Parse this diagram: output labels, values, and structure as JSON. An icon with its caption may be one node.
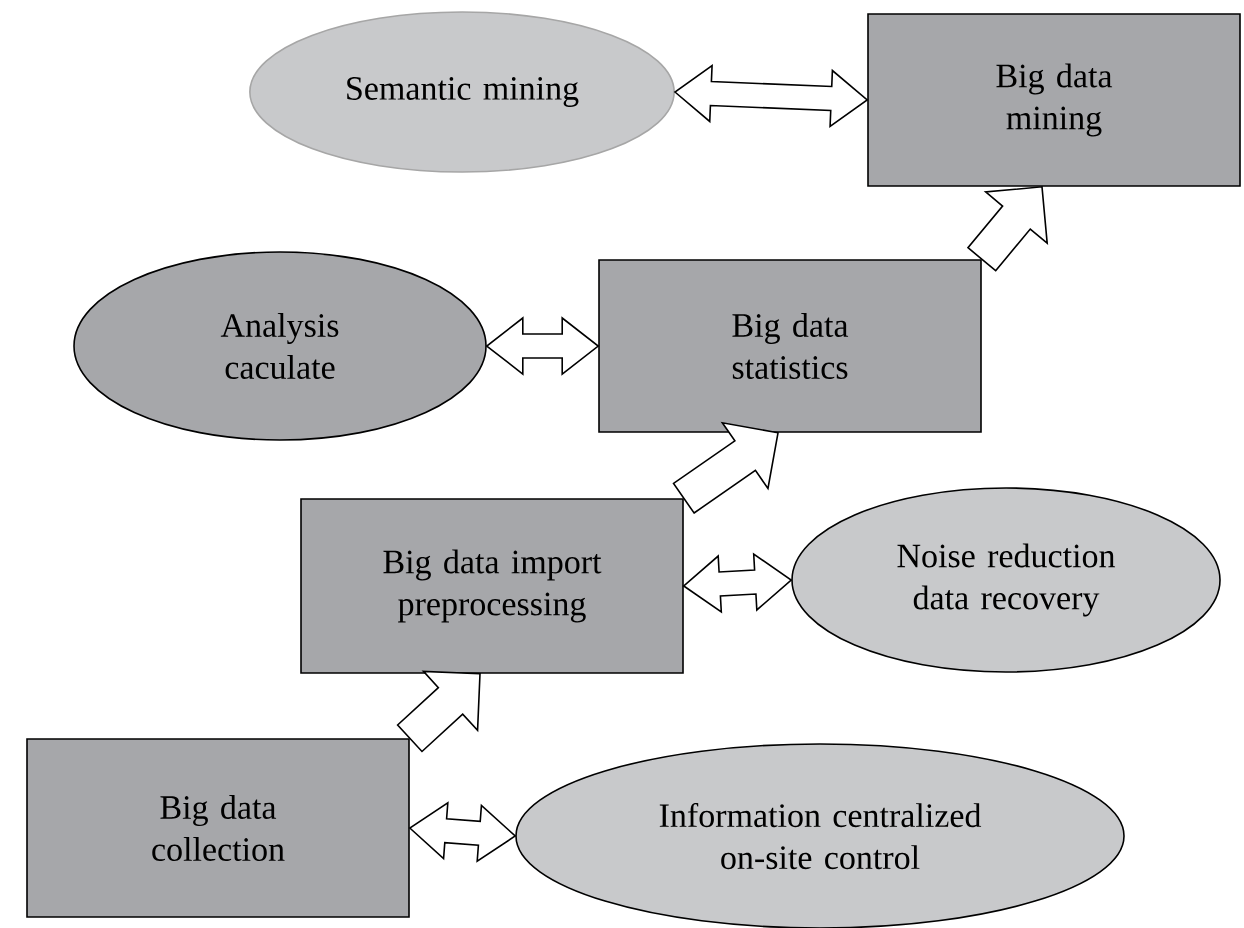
{
  "diagram": {
    "nodes": [
      {
        "text": [
          "Semantic mining"
        ]
      },
      {
        "text": [
          "Big data mining"
        ]
      },
      {
        "text": [
          "Analysis caculate"
        ]
      },
      {
        "text": [
          "Big data statistics"
        ]
      },
      {
        "text": [
          "Big data import preprocessing"
        ]
      },
      {
        "text": [
          "Noise reduction data recovery"
        ]
      },
      {
        "text": [
          "Big data collection"
        ]
      },
      {
        "text": [
          "Information centralized on-site control"
        ]
      }
    ],
    "edges": [
      {
        "from": 0,
        "to": 1,
        "arrow": "both"
      },
      {
        "from": 2,
        "to": 3,
        "arrow": "both"
      },
      {
        "from": 3,
        "to": 1,
        "arrow": "to"
      },
      {
        "from": 4,
        "to": 3,
        "arrow": "to"
      },
      {
        "from": 4,
        "to": 5,
        "arrow": "both"
      },
      {
        "from": 6,
        "to": 4,
        "arrow": "to"
      },
      {
        "from": 6,
        "to": 7,
        "arrow": "both"
      }
    ]
  }
}
